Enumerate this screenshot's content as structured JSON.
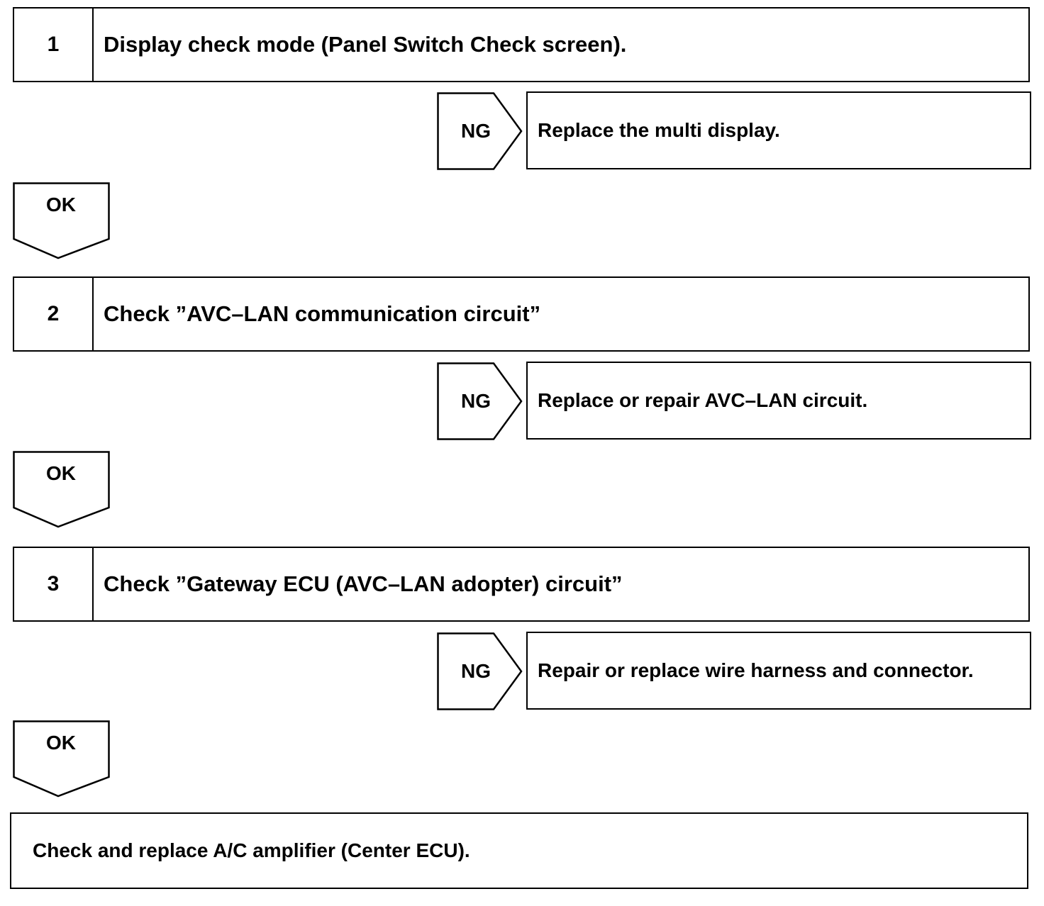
{
  "steps": [
    {
      "number": "1",
      "text": "Display check mode (Panel Switch Check screen)."
    },
    {
      "number": "2",
      "text": "Check ”AVC–LAN communication circuit”"
    },
    {
      "number": "3",
      "text": "Check ”Gateway ECU (AVC–LAN adopter) circuit”"
    }
  ],
  "ng_branches": [
    {
      "label": "NG",
      "result": "Replace the multi display."
    },
    {
      "label": "NG",
      "result": "Replace or repair AVC–LAN circuit."
    },
    {
      "label": "NG",
      "result": "Repair or replace wire harness and connector."
    }
  ],
  "ok_connectors": [
    {
      "label": "OK"
    },
    {
      "label": "OK"
    },
    {
      "label": "OK"
    }
  ],
  "final_action": "Check and replace A/C amplifier (Center ECU)."
}
